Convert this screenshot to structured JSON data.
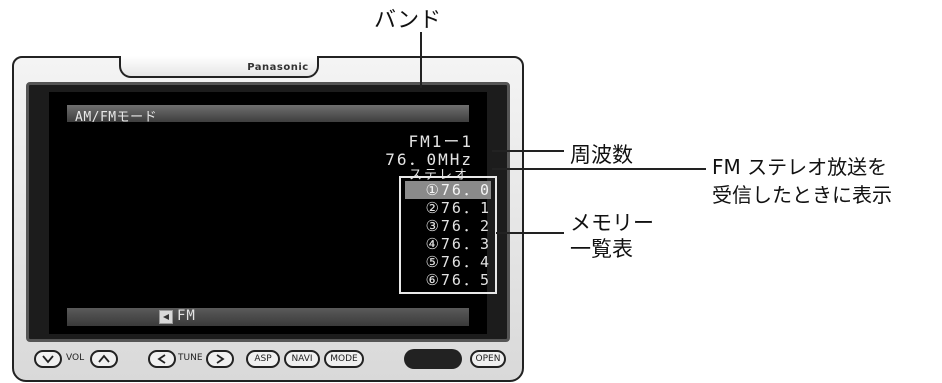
{
  "device": {
    "brand": "Panasonic"
  },
  "screen": {
    "title": "AM/FMモード",
    "band": "FM1ー1",
    "frequency": "76．0MHz",
    "stereo_indicator": "ステレオ",
    "memory_list": [
      "①76．0",
      "②76．1",
      "③76．2",
      "④76．3",
      "⑤76．4",
      "⑥76．5"
    ],
    "selected_memory_index": 0,
    "source": "FM"
  },
  "buttons": {
    "vol_label": "VOL",
    "tune_label": "TUNE",
    "asp_label": "ASP",
    "navi_label": "NAVI",
    "mode_label": "MODE",
    "open_label": "OPEN"
  },
  "annotations": {
    "band": "バンド",
    "frequency": "周波数",
    "stereo_line1": "FM ステレオ放送を",
    "stereo_line2": "受信したときに表示",
    "memory_line1": "メモリー",
    "memory_line2": "一覧表"
  },
  "colors": {
    "screen_bg": "#000000",
    "screen_text": "#e4e4e4",
    "selected_memory_bg": "#8a8a8a"
  }
}
